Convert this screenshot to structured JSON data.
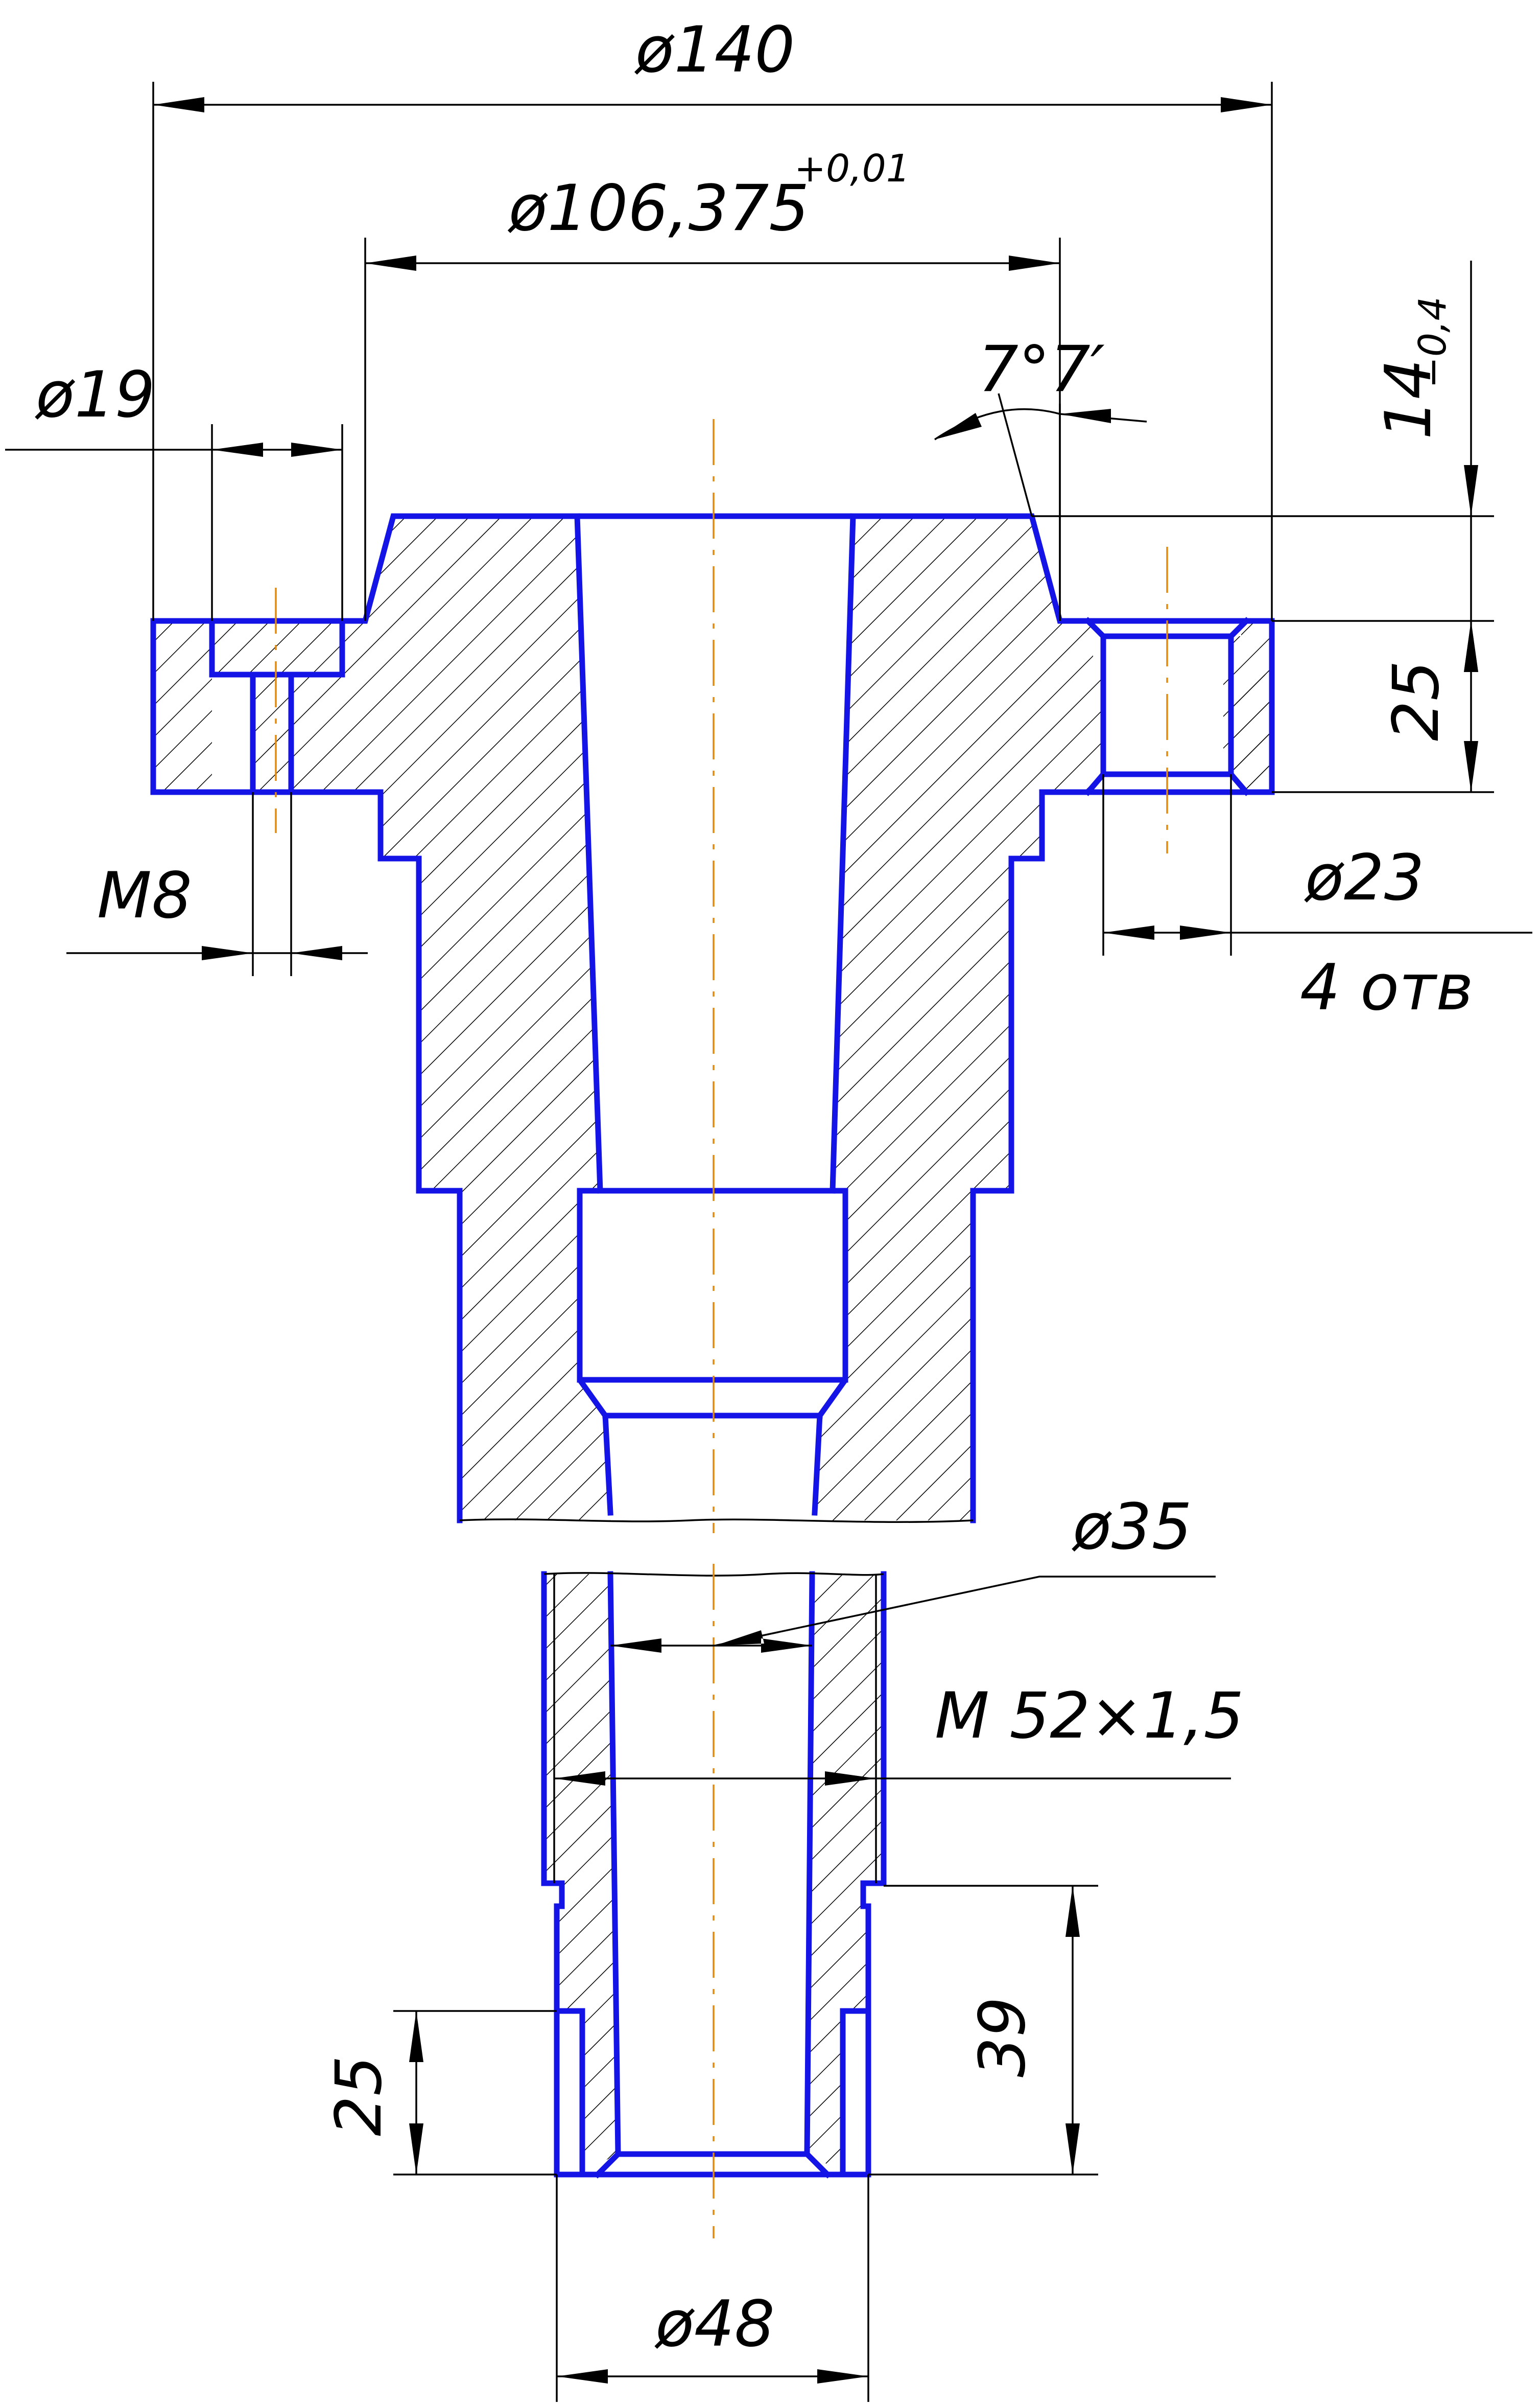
{
  "dimensions": {
    "flange_diameter": "ø140",
    "pilot_diameter": "ø106,375",
    "pilot_tolerance": "+0,01",
    "counterbore_diameter": "ø19",
    "taper_angle": "7°7′",
    "pilot_height": "14",
    "pilot_height_tolerance": "−0,4",
    "flange_thickness": "25",
    "tapped_hole": "M8",
    "hole_diameter": "ø23",
    "hole_count": "4 отв",
    "bore_diameter": "ø35",
    "thread": "M 52×1,5",
    "thread_length": "39",
    "end_length": "25",
    "end_diameter": "ø48"
  },
  "colors": {
    "outline": "#1414e6",
    "axis": "#e08a10",
    "dimension": "#000000"
  }
}
